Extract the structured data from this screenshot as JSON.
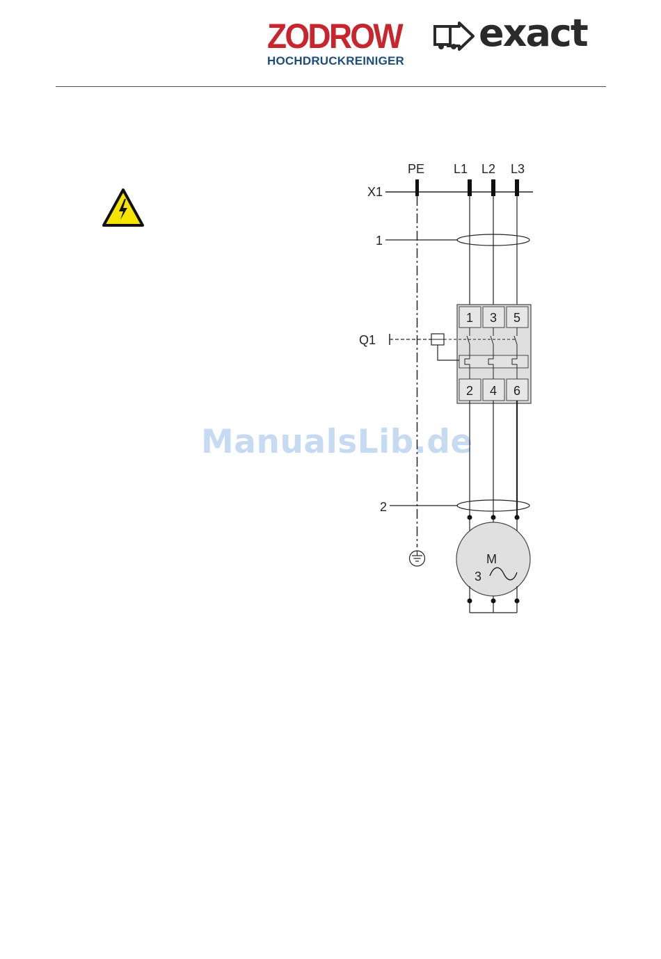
{
  "header": {
    "brand_left": "ZODROW",
    "brand_left_sub": "HOCHDRUCKREINIGER",
    "brand_right": "exact"
  },
  "diagram": {
    "pe_label": "PE",
    "phase_labels": [
      "L1",
      "L2",
      "L3"
    ],
    "terminal_strip": "X1",
    "cable_1": "1",
    "cable_2": "2",
    "breaker": "Q1",
    "breaker_terminals_top": [
      "1",
      "3",
      "5"
    ],
    "breaker_terminals_bottom": [
      "2",
      "4",
      "6"
    ],
    "motor_label": "M",
    "motor_phases": "3"
  },
  "watermark": "ManualsLib.de",
  "colors": {
    "brand_red": "#c7262e",
    "brand_blue": "#1d4e79",
    "warning_yellow": "#f5e400",
    "watermark": "#b9d3f0"
  }
}
